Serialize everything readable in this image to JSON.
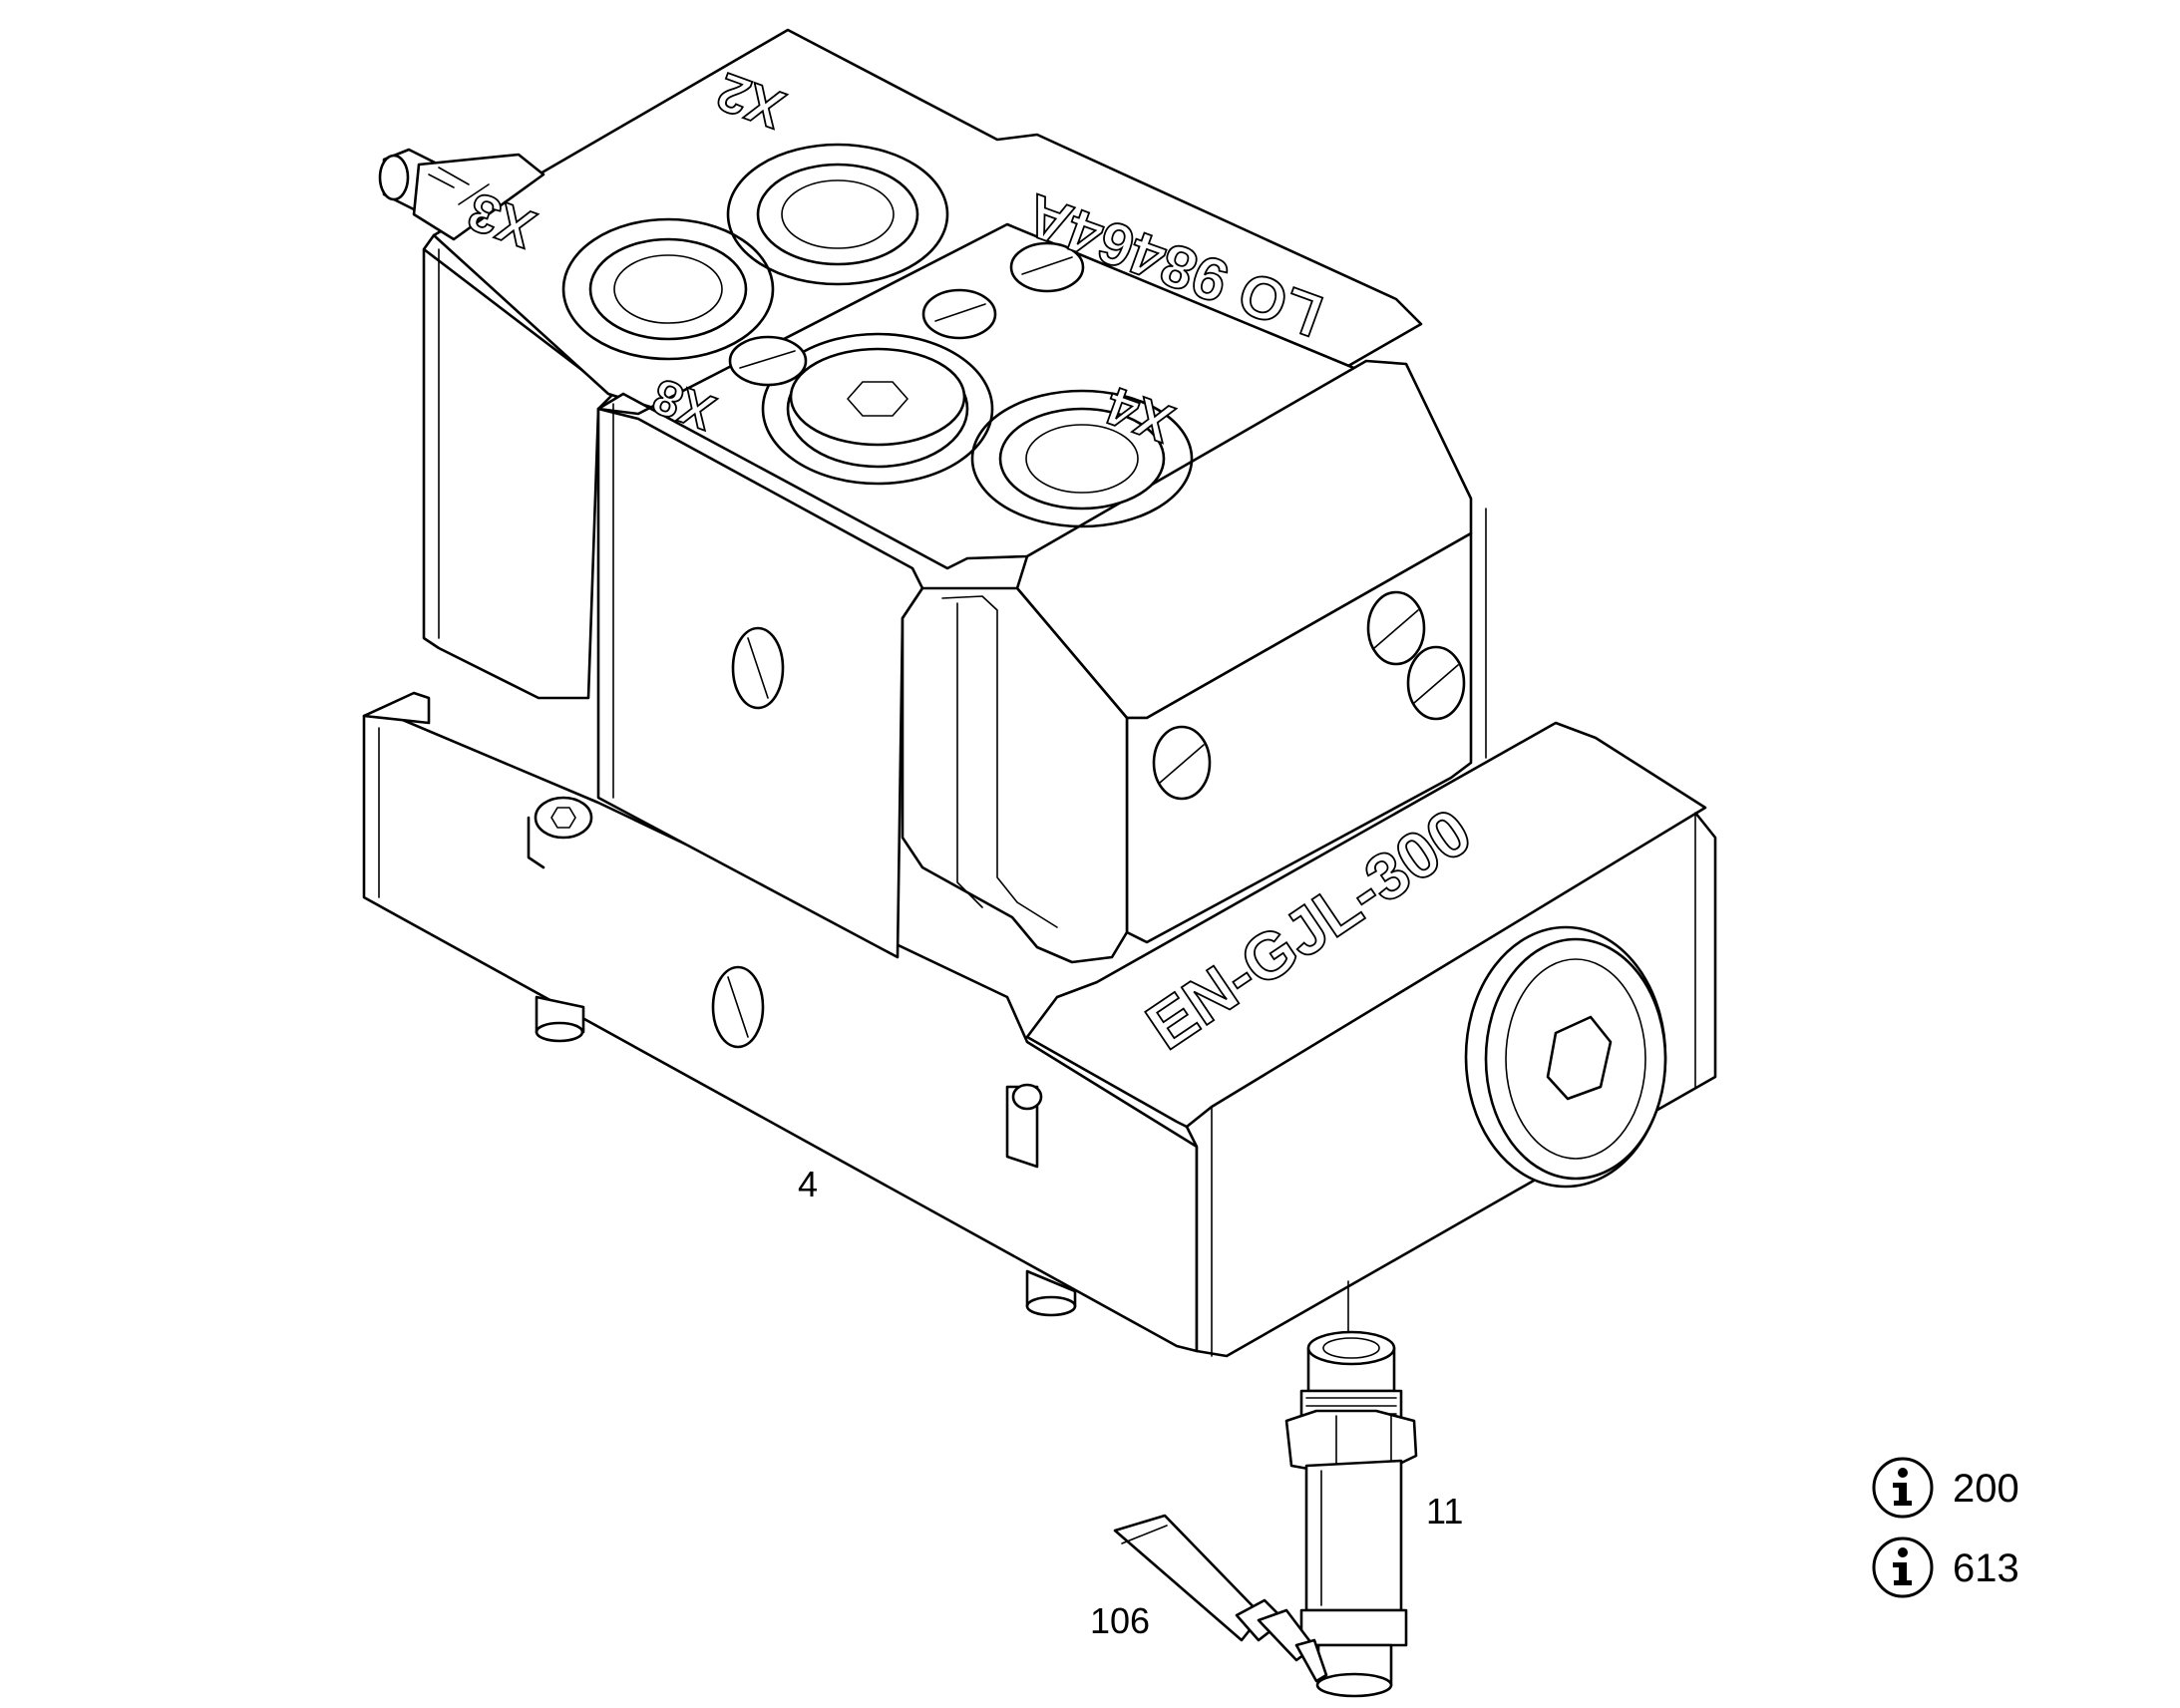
{
  "housing_markings": {
    "port_x2": "X2",
    "port_x3": "X3",
    "port_x8": "X8",
    "port_x4": "X4",
    "serial": "LO 98464A",
    "model": "EN-GJL-300"
  },
  "position_labels": {
    "housing": "4",
    "fitting": "11",
    "sealant_tube": "106"
  },
  "info_references": [
    {
      "icon": "info-icon",
      "number": "200"
    },
    {
      "icon": "info-icon",
      "number": "613"
    }
  ]
}
